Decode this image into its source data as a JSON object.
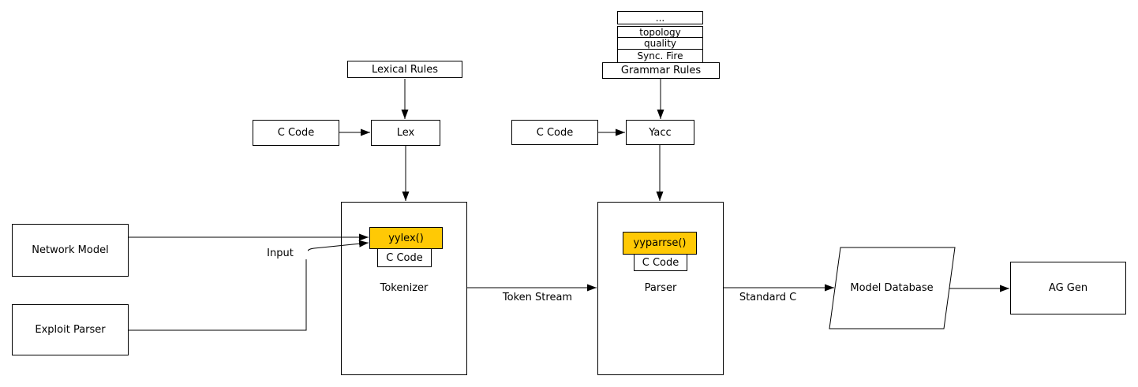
{
  "colors": {
    "highlight": "#ffc905",
    "line": "#000000",
    "background": "#ffffff"
  },
  "grammar_stack": {
    "rows": [
      "...",
      "topology",
      "quality",
      "Sync. Fire"
    ]
  },
  "nodes": {
    "lexical_rules": "Lexical Rules",
    "grammar_rules": "Grammar Rules",
    "c_code_lex": "C Code",
    "lex": "Lex",
    "c_code_yacc": "C Code",
    "yacc": "Yacc",
    "network_model": "Network Model",
    "exploit_parser": "Exploit Parser",
    "tokenizer": "Tokenizer",
    "yylex": "yylex()",
    "tokenizer_c_code": "C Code",
    "parser": "Parser",
    "yyparse": "yyparrse()",
    "parser_c_code": "C Code",
    "model_database": "Model Database",
    "ag_gen": "AG Gen"
  },
  "edge_labels": {
    "input": "Input",
    "token_stream": "Token Stream",
    "standard_c": "Standard C"
  }
}
